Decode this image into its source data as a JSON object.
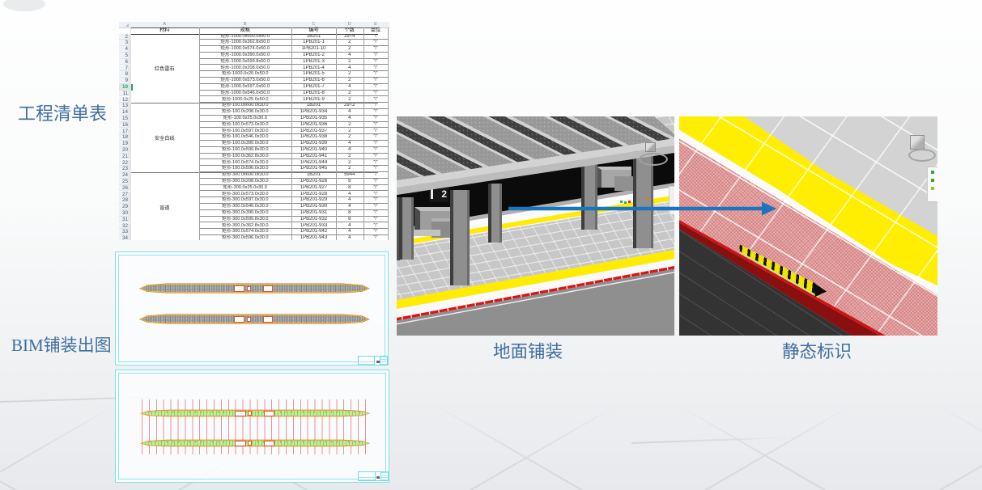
{
  "slide": {
    "left_labels": {
      "list_table": "工程清单表",
      "bim_output": "BIM铺装出图"
    },
    "image_captions": {
      "mid": "地面铺装",
      "right": "静态标识"
    }
  },
  "spreadsheet": {
    "column_letters": [
      "A",
      "B",
      "C",
      "D",
      "E"
    ],
    "headers": [
      "材料",
      "规格",
      "编号",
      "个数",
      "单位"
    ],
    "selected_row": "10",
    "groups": [
      {
        "material": "红色雷石",
        "rows": [
          {
            "spec": "矩形-1000.0x600.0x50.0",
            "code": "1B201",
            "qty": "2974",
            "unit": "个"
          },
          {
            "spec": "矩形-1000.0x362.8x50.0",
            "code": "1PB201-1",
            "qty": "2",
            "unit": "个"
          },
          {
            "spec": "矩形-1000.0x574.0x50.0",
            "code": "1PB201-10",
            "qty": "2",
            "unit": "个"
          },
          {
            "spec": "矩形-1000.0x390.0x50.0",
            "code": "1PB201-2",
            "qty": "4",
            "unit": "个"
          },
          {
            "spec": "矩形-1000.0x599.8x50.0",
            "code": "1PB201-3",
            "qty": "2",
            "unit": "个"
          },
          {
            "spec": "矩形-1000.0x208.0x50.0",
            "code": "1PB201-4",
            "qty": "4",
            "unit": "个"
          },
          {
            "spec": "矩形-1000.0x26.0x50.0",
            "code": "1PB201-5",
            "qty": "2",
            "unit": "个"
          },
          {
            "spec": "矩形-1000.0x573.0x50.0",
            "code": "1PB201-6",
            "qty": "2",
            "unit": "个"
          },
          {
            "spec": "矩形-1000.0x597.0x50.0",
            "code": "1PB201-7",
            "qty": "4",
            "unit": "个"
          },
          {
            "spec": "矩形-1000.0x546.0x50.0",
            "code": "1PB201-8",
            "qty": "2",
            "unit": "个"
          },
          {
            "spec": "矩形-1000.0x25.0x50.0",
            "code": "1PB201-9",
            "qty": "2",
            "unit": "个"
          }
        ]
      },
      {
        "material": "安全白线",
        "rows": [
          {
            "spec": "矩形-100.0x600.0x30.0",
            "code": "1B201",
            "qty": "2972",
            "unit": "个"
          },
          {
            "spec": "矩形-100.0x208.0x30.0",
            "code": "1PB201-934",
            "qty": "4",
            "unit": "个"
          },
          {
            "spec": "矩形-100.0x25.0x30.0",
            "code": "1PB201-935",
            "qty": "4",
            "unit": "个"
          },
          {
            "spec": "矩形-100.0x573.0x30.0",
            "code": "1PB201-936",
            "qty": "2",
            "unit": "个"
          },
          {
            "spec": "矩形-100.0x597.0x30.0",
            "code": "1PB201-937",
            "qty": "2",
            "unit": "个"
          },
          {
            "spec": "矩形-100.0x546.0x30.0",
            "code": "1PB201-938",
            "qty": "2",
            "unit": "个"
          },
          {
            "spec": "矩形-100.0x390.0x30.0",
            "code": "1PB201-939",
            "qty": "4",
            "unit": "个"
          },
          {
            "spec": "矩形-100.0x599.8x30.0",
            "code": "1PB201-940",
            "qty": "4",
            "unit": "个"
          },
          {
            "spec": "矩形-100.0x362.8x30.0",
            "code": "1PB201-941",
            "qty": "2",
            "unit": "个"
          },
          {
            "spec": "矩形-100.0x574.0x30.0",
            "code": "1PB201-944",
            "qty": "2",
            "unit": "个"
          },
          {
            "spec": "矩形-100.0x596.0x30.0",
            "code": "1PB201-945",
            "qty": "2",
            "unit": "个"
          }
        ]
      },
      {
        "material": "盲道",
        "rows": [
          {
            "spec": "矩形-300.0x600.0x30.0",
            "code": "1B201",
            "qty": "5944",
            "unit": "个"
          },
          {
            "spec": "矩形-300.0x208.0x30.0",
            "code": "1PB201-926",
            "qty": "8",
            "unit": "个"
          },
          {
            "spec": "矩形-300.0x25.0x30.0",
            "code": "1PB201-927",
            "qty": "8",
            "unit": "个"
          },
          {
            "spec": "矩形-300.0x573.0x30.0",
            "code": "1PB201-928",
            "qty": "4",
            "unit": "个"
          },
          {
            "spec": "矩形-300.0x597.0x30.0",
            "code": "1PB201-929",
            "qty": "4",
            "unit": "个"
          },
          {
            "spec": "矩形-300.0x546.0x30.0",
            "code": "1PB201-930",
            "qty": "4",
            "unit": "个"
          },
          {
            "spec": "矩形-300.0x390.0x30.0",
            "code": "1PB201-931",
            "qty": "8",
            "unit": "个"
          },
          {
            "spec": "矩形-300.0x599.8x30.0",
            "code": "1PB201-932",
            "qty": "8",
            "unit": "个"
          },
          {
            "spec": "矩形-300.0x362.8x30.0",
            "code": "1PB201-933",
            "qty": "4",
            "unit": "个"
          },
          {
            "spec": "矩形-300.0x574.0x30.0",
            "code": "1PB201-942",
            "qty": "4",
            "unit": "个"
          },
          {
            "spec": "矩形-300.0x596.0x30.0",
            "code": "1PB201-943",
            "qty": "4",
            "unit": "个"
          }
        ]
      }
    ]
  },
  "mid_render": {
    "platform_sign": "2"
  },
  "colors": {
    "caption_blue": "#3f6f9f",
    "arrow_blue": "#1b74bc",
    "cad_frame_cyan": "#7ce2ea",
    "cad_strip_outline_orange": "#d8573a",
    "cad_strip_gray": "#9e9e9e",
    "cad_strip_green": "#b5f0a5",
    "cad_gridline_red": "#e59595",
    "warning_yellow": "#ffec00",
    "tactile_pink": "#e2aaaa",
    "platform_edge_red": "#c81212",
    "selected_row_green": "#21a366"
  }
}
